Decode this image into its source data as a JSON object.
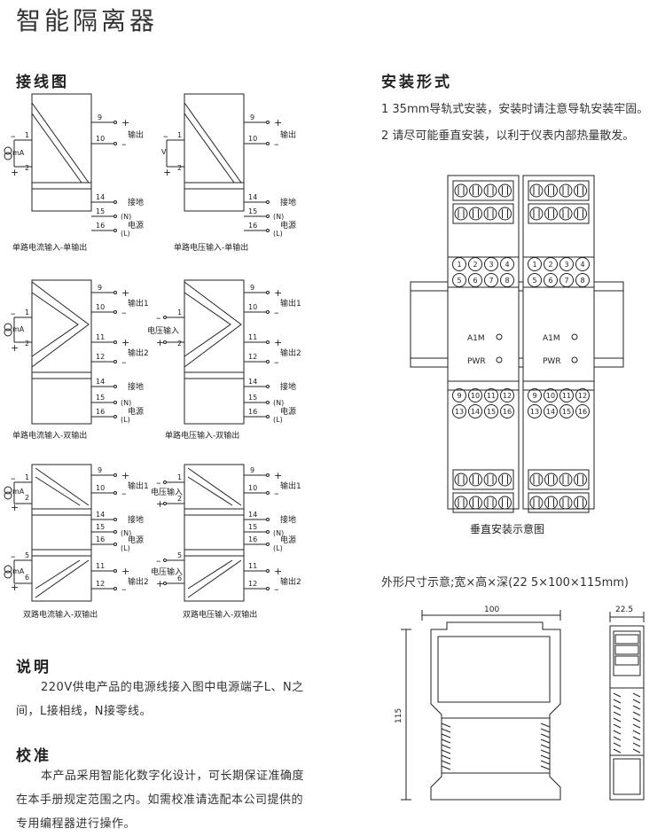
{
  "page": {
    "title": "智能隔离器"
  },
  "wiring": {
    "heading": "接线图",
    "common": {
      "out_label": "输出",
      "out1": "输出1",
      "out2": "输出2",
      "ground": "接地",
      "power": "电源",
      "n": "(N)",
      "l": "(L)",
      "ma": "mA",
      "v": "V",
      "voltage_in": "电压输入"
    },
    "terminals": [
      "1",
      "2",
      "5",
      "6",
      "9",
      "10",
      "11",
      "12",
      "14",
      "15",
      "16"
    ],
    "captions": [
      "单路电流输入-单输出",
      "单路电压输入-单输出",
      "单路电流输入-双输出",
      "单路电压输入-双输出",
      "双路电流输入-双输出",
      "双路电压输入-双输出"
    ]
  },
  "description": {
    "heading": "说明",
    "text": "220V供电产品的电源线接入图中电源端子L、N之间，L接相线，N接零线。"
  },
  "calibration": {
    "heading": "校准",
    "text": "本产品采用智能化数字化设计，可长期保证准确度在本手册规定范围之内。如需校准请选配本公司提供的专用编程器进行操作。"
  },
  "installation": {
    "heading": "安装形式",
    "items": [
      "1 35mm导轨式安装，安装时请注意导轨安装牢固。",
      "2 请尽可能垂直安装，以利于仪表内部热量散发。"
    ],
    "figure_caption": "垂直安装示意图",
    "module": {
      "label_a1m": "A1M",
      "label_pwr": "PWR",
      "top_terminals": [
        "1",
        "2",
        "3",
        "4",
        "5",
        "6",
        "7",
        "8"
      ],
      "bottom_terminals": [
        "9",
        "10",
        "11",
        "12",
        "13",
        "14",
        "15",
        "16"
      ]
    }
  },
  "dimensions": {
    "caption": "外形尺寸示意;宽×高×深(22 5×100×115mm)",
    "width": "100",
    "height": "115",
    "depth": "22.5"
  }
}
